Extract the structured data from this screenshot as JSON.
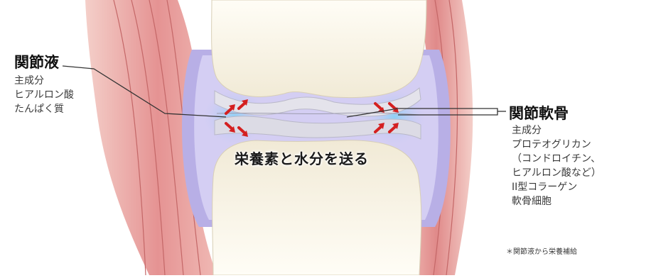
{
  "colors": {
    "muscle": "#e79a9a",
    "muscle_light": "#f3c8c3",
    "capsule": "#b9b1e6",
    "capsule_inner": "#cfc8f1",
    "synovial_fluid": "#a9d8f3",
    "cartilage": "#e3e3ea",
    "bone": "#fbf7ea",
    "arrow": "#d42020"
  },
  "left_label": {
    "title": "関節液",
    "lines": [
      "主成分",
      "ヒアルロン酸",
      "たんぱく質"
    ]
  },
  "right_label": {
    "title": "関節軟骨",
    "lines": [
      "主成分",
      "プロテオグリカン",
      "（コンドロイチン、",
      "ヒアルロン酸など）",
      "II型コラーゲン",
      "軟骨細胞"
    ],
    "note": "＊関節液から栄養補給"
  },
  "center_label": "栄養素と水分を送る",
  "icons": [
    "arrow-icon"
  ]
}
